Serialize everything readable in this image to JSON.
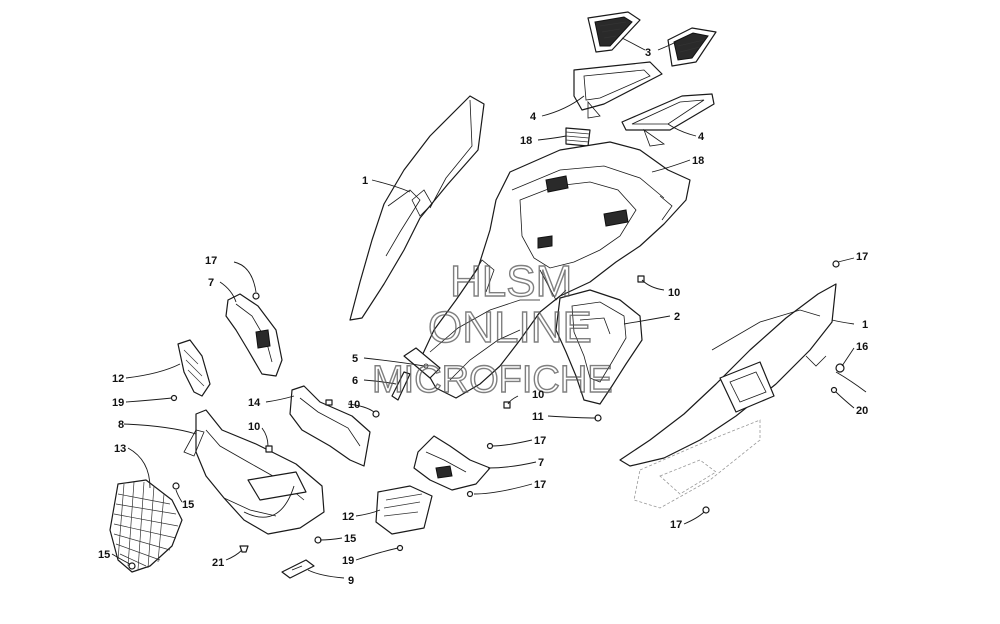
{
  "watermark": {
    "line1": "HLSM",
    "line2": "ONLINE",
    "line3": "MICROFICHE"
  },
  "callouts": {
    "c3": "3",
    "c4a": "4",
    "c4b": "4",
    "c18a": "18",
    "c18b": "18",
    "c1a": "1",
    "c1b": "1",
    "c17a": "17",
    "c17b": "17",
    "c17c": "17",
    "c17d": "17",
    "c17e": "17",
    "c7a": "7",
    "c7b": "7",
    "c10a": "10",
    "c10b": "10",
    "c10c": "10",
    "c10d": "10",
    "c2": "2",
    "c5": "5",
    "c6": "6",
    "c11": "11",
    "c12a": "12",
    "c12b": "12",
    "c19a": "19",
    "c19b": "19",
    "c14": "14",
    "c8": "8",
    "c13": "13",
    "c15a": "15",
    "c15b": "15",
    "c15c": "15",
    "c16": "16",
    "c20": "20",
    "c21": "21",
    "c9": "9"
  }
}
